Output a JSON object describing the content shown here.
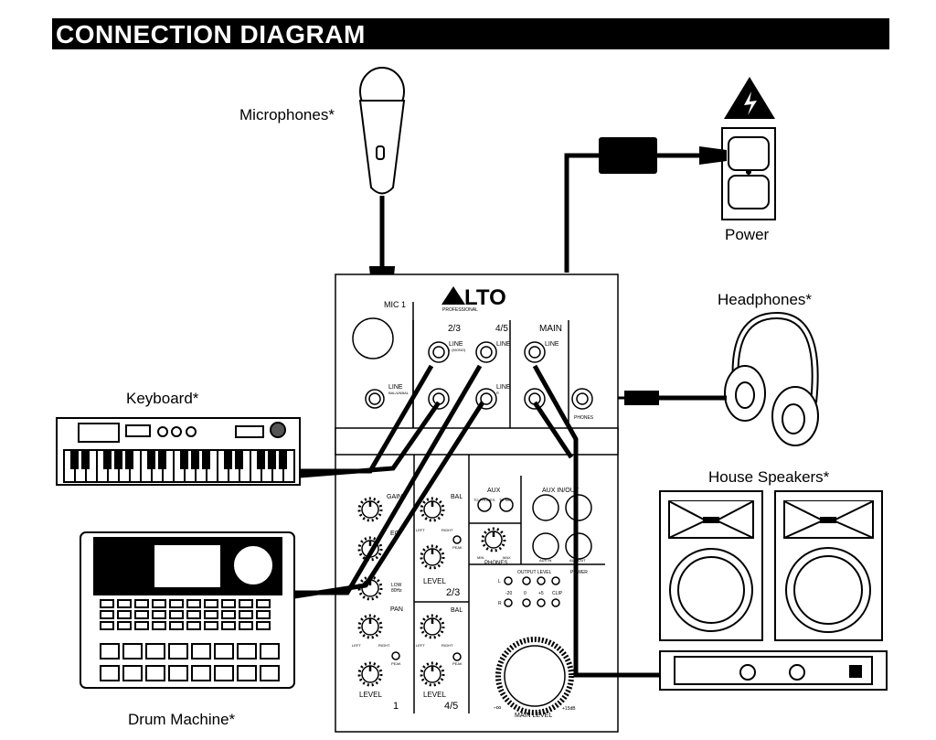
{
  "title": "CONNECTION DIAGRAM",
  "labels": {
    "microphones": "Microphones*",
    "power": "Power",
    "headphones": "Headphones*",
    "keyboard": "Keyboard*",
    "house_speakers": "House Speakers*",
    "drum_machine": "Drum Machine*"
  },
  "mixer": {
    "brand": "LTO",
    "brand_sub": "PROFESSIONAL",
    "mic1": "MIC 1",
    "ch23": "2/3",
    "ch45": "4/5",
    "main": "MAIN",
    "line": "LINE",
    "line_mono": "L (MONO)",
    "line_r": "R",
    "bal_unbal": "BAL/UNBAL",
    "phones_jack": "PHONES",
    "gain": "GAIN",
    "eq": "EQ",
    "low": "LOW",
    "low_freq": "80Hz",
    "pan": "PAN",
    "bal": "BAL",
    "left": "LEFT",
    "right": "RIGHT",
    "peak": "PEAK",
    "level": "LEVEL",
    "ch1": "1",
    "aux": "AUX",
    "to_phones": "TO PHONES",
    "to_mix": "TO MIX",
    "aux_in_out": "AUX IN/OUT",
    "aux_in": "AUX IN",
    "aux_out": "AUX OUT",
    "phones": "PHONES",
    "min": "MIN",
    "max": "MAX",
    "output_level": "OUTPUT LEVEL",
    "power": "POWER",
    "meter": [
      "-20",
      "0",
      "+5",
      "CLIP"
    ],
    "l": "L",
    "r": "R",
    "main_level": "MAIN LEVEL",
    "neg_inf": "-∞",
    "plus15": "+15dB"
  }
}
